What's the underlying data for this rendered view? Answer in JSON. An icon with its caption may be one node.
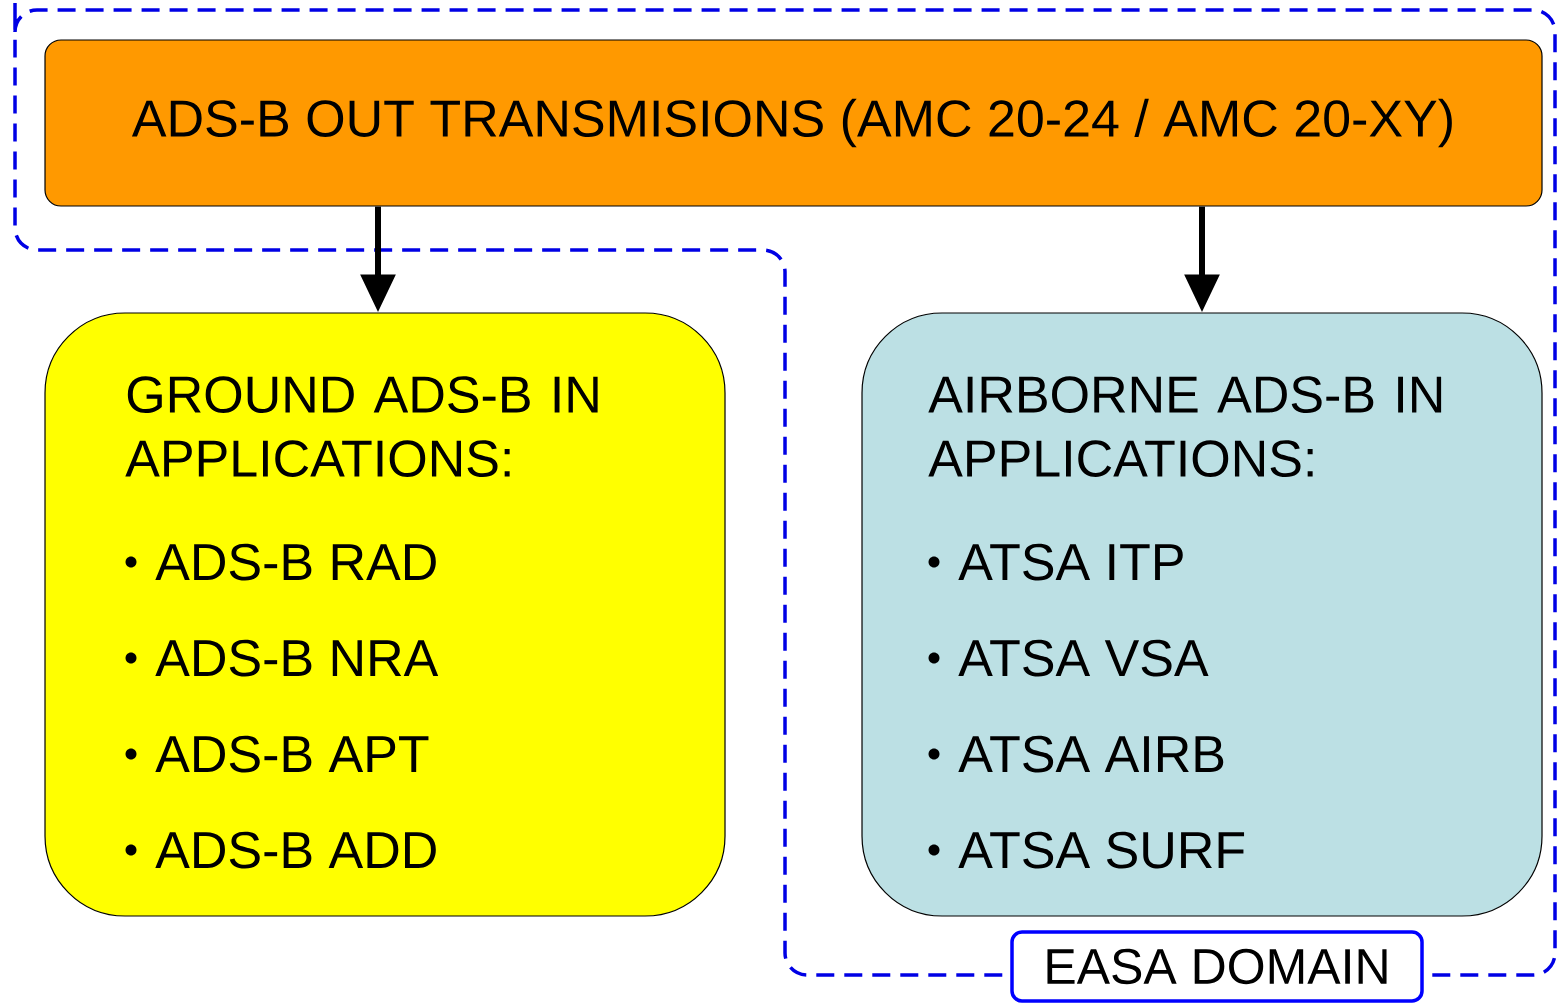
{
  "diagram": {
    "nodes": [
      {
        "text": [
          "ADS-B OUT TRANSMISIONS (AMC 20-24 / AMC 20-XY)"
        ]
      },
      {
        "text": [
          "GROUND ADS-B IN APPLICATIONS:",
          "ADS-B RAD",
          "ADS-B NRA",
          "ADS-B APT",
          "ADS-B ADD"
        ]
      },
      {
        "text": [
          "AIRBORNE ADS-B IN APPLICATIONS:",
          "ATSA ITP",
          "ATSA VSA",
          "ATSA AIRB",
          "ATSA SURF"
        ]
      },
      {
        "text": [
          "EASA DOMAIN"
        ]
      }
    ],
    "edges": [
      {
        "from": 0,
        "to": 1,
        "arrow": "to"
      },
      {
        "from": 0,
        "to": 2,
        "arrow": "to"
      }
    ]
  }
}
